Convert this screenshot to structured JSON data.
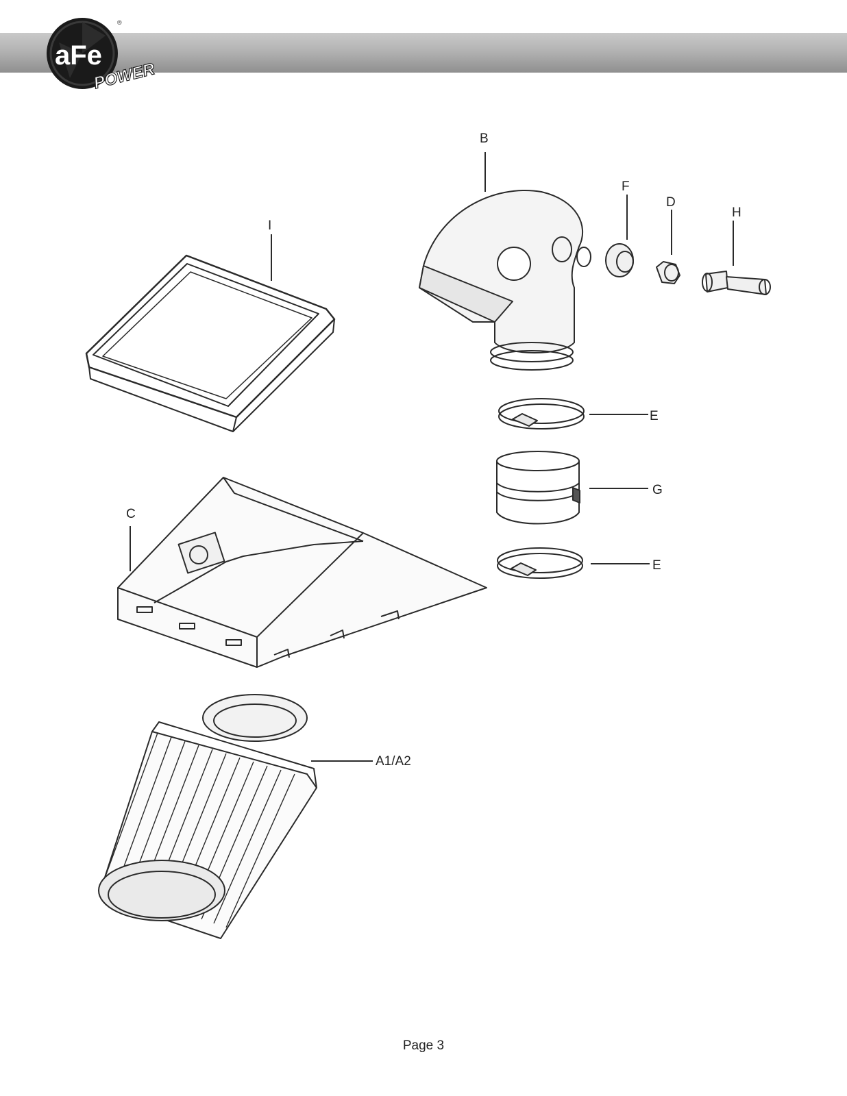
{
  "header": {
    "logo_text_main": "aFe",
    "logo_text_sub": "POWER",
    "logo_mark": "®"
  },
  "parts": {
    "A": "A1/A2",
    "B": "B",
    "C": "C",
    "D": "D",
    "E_upper": "E",
    "E_lower": "E",
    "F": "F",
    "G": "G",
    "H": "H",
    "I": "I"
  },
  "footer": {
    "page": "Page 3"
  }
}
